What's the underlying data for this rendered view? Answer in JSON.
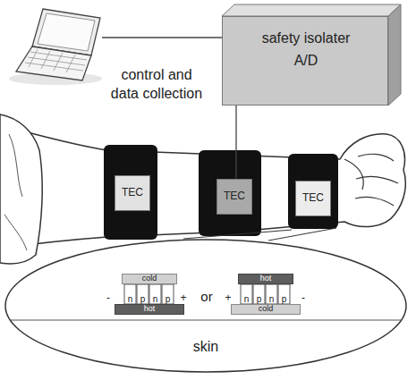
{
  "diagram": {
    "nodes": [
      {
        "text": [
          "control and data collection"
        ]
      },
      {
        "text": [
          "safety isolater",
          "A/D"
        ]
      },
      {
        "text": [
          "TEC"
        ]
      },
      {
        "text": [
          "TEC"
        ]
      },
      {
        "text": [
          "TEC"
        ]
      },
      {
        "text": [
          "skin"
        ]
      },
      {
        "text": [
          "cold"
        ],
        "in": 5
      },
      {
        "text": [
          "hot"
        ],
        "in": 5
      },
      {
        "text": [
          "hot"
        ],
        "in": 5
      },
      {
        "text": [
          "cold"
        ],
        "in": 5
      }
    ],
    "edges": [
      {
        "from": 0,
        "to": 1,
        "arrow": "none"
      },
      {
        "from": 1,
        "to": 3,
        "arrow": "none"
      }
    ],
    "labels": [
      "-",
      "n",
      "p",
      "n",
      "p",
      "+",
      "or",
      "+",
      "n",
      "p",
      "n",
      "p",
      "-"
    ]
  }
}
